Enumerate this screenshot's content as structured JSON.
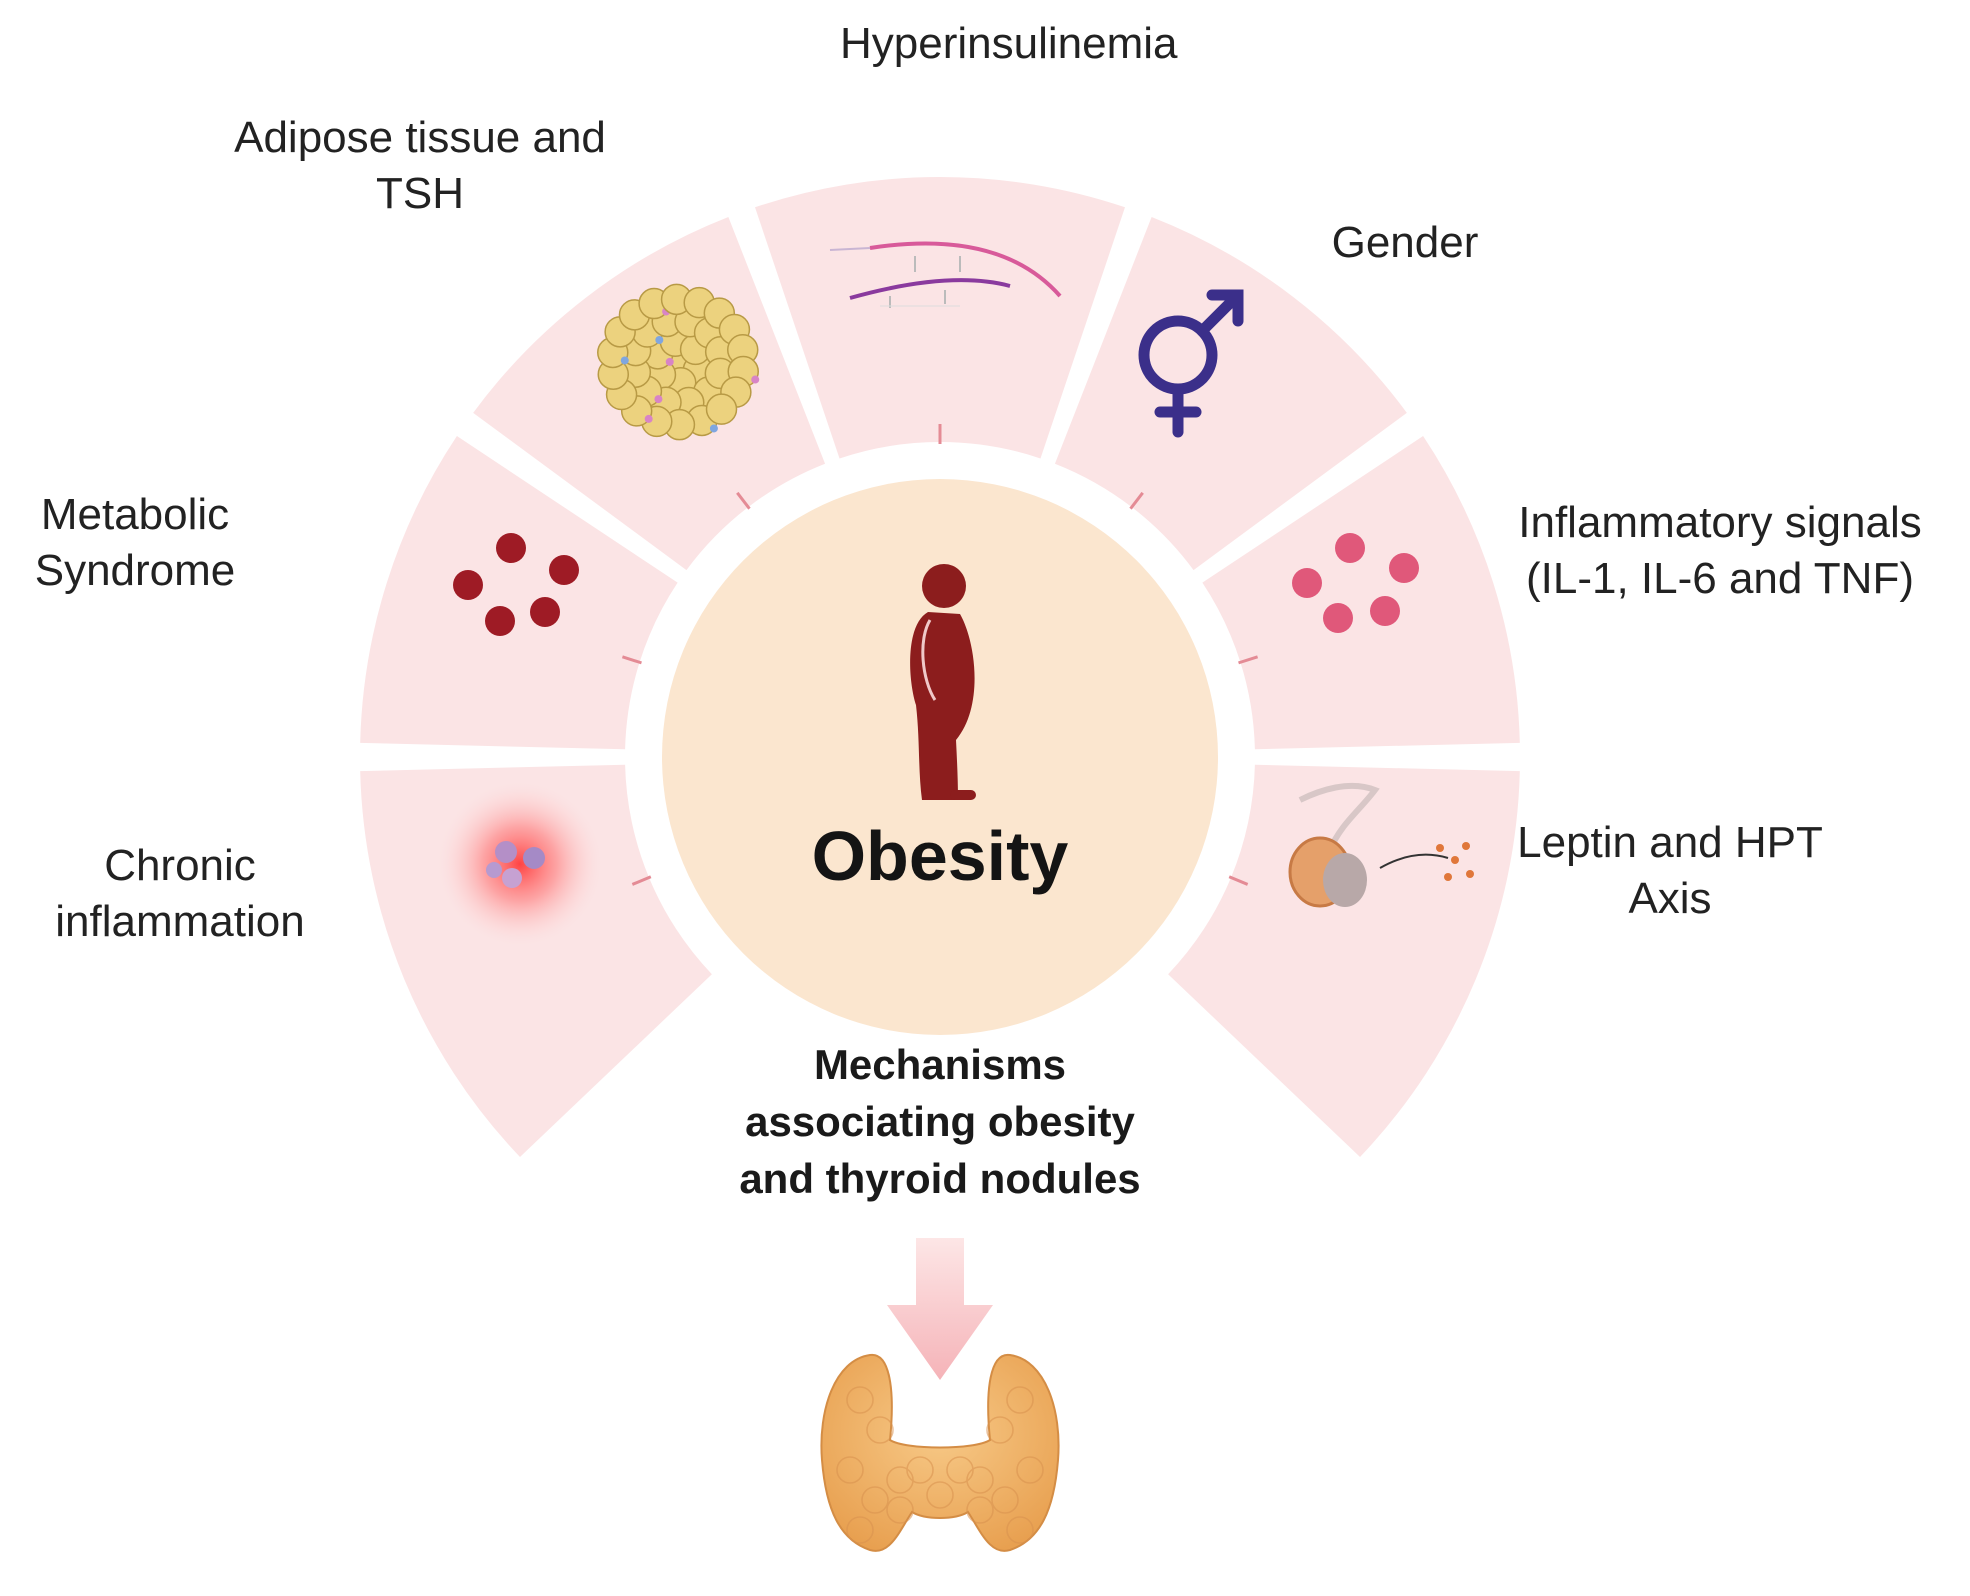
{
  "center": {
    "title": "Obesity",
    "figure_icon": "obese-person-icon"
  },
  "factors": [
    {
      "label_lines": [
        "Hyperinsulinemia"
      ],
      "icon": "insulin-curve-icon"
    },
    {
      "label_lines": [
        "Adipose tissue and",
        "TSH"
      ],
      "icon": "adipose-cells-icon"
    },
    {
      "label_lines": [
        "Gender"
      ],
      "icon": "gender-symbol-icon"
    },
    {
      "label_lines": [
        "Metabolic",
        "Syndrome"
      ],
      "icon": "metabolic-dots-icon"
    },
    {
      "label_lines": [
        "Inflammatory signals",
        "(IL-1, IL-6 and TNF)"
      ],
      "icon": "cytokine-dots-icon"
    },
    {
      "label_lines": [
        "Chronic",
        "inflammation"
      ],
      "icon": "inflammation-glow-icon"
    },
    {
      "label_lines": [
        "Leptin and HPT",
        "Axis"
      ],
      "icon": "pituitary-gland-icon"
    }
  ],
  "caption_lines": [
    "Mechanisms",
    "associating obesity",
    "and thyroid nodules"
  ],
  "target": {
    "icon": "thyroid-gland-icon",
    "arrow_icon": "down-arrow-icon"
  },
  "colors": {
    "segment_fill": "#fbe4e5",
    "center_fill": "#fbe6cf",
    "dark_red": "#8c1d1d",
    "pink": "#e0587a",
    "gender_blue": "#3b2f8a",
    "thyroid_orange": "#f0b36a"
  }
}
